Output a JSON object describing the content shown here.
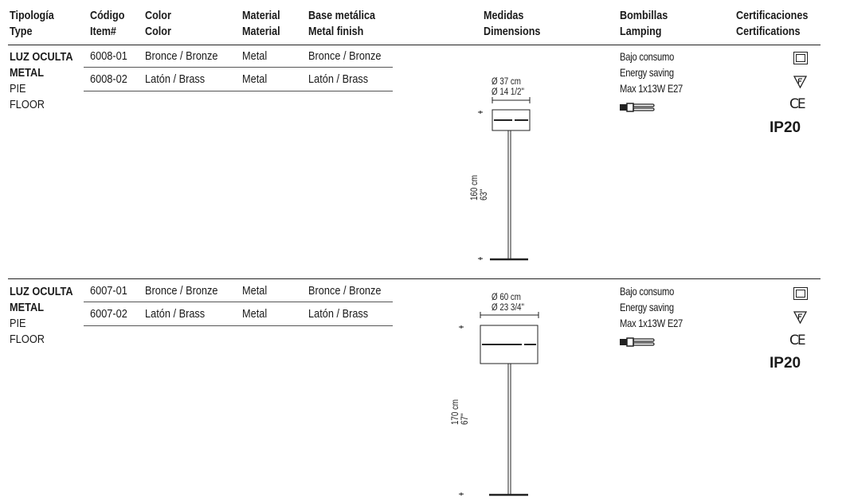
{
  "headers": {
    "typology": [
      "Tipología",
      "Type"
    ],
    "code": [
      "Código",
      "Item#"
    ],
    "color": [
      "Color",
      "Color"
    ],
    "material": [
      "Material",
      "Material"
    ],
    "finish": [
      "Base metálica",
      "Metal finish"
    ],
    "dimensions": [
      "Medidas",
      "Dimensions"
    ],
    "lamping": [
      "Bombillas",
      "Lamping"
    ],
    "certifications": [
      "Certificaciones",
      "Certifications"
    ]
  },
  "products": [
    {
      "type_lines": [
        "LUZ OCULTA",
        "METAL",
        "PIE",
        "FLOOR"
      ],
      "rows": [
        {
          "code": "6008-01",
          "color": "Bronce / Bronze",
          "material": "Metal",
          "finish": "Bronce / Bronze"
        },
        {
          "code": "6008-02",
          "color": "Latón / Brass",
          "material": "Metal",
          "finish": "Latón / Brass"
        }
      ],
      "dims": {
        "diameter_cm": "Ø 37 cm",
        "diameter_in": "Ø 14 1/2\"",
        "height_cm": "160 cm",
        "height_in": "63\""
      },
      "lamping": [
        "Bajo consumo",
        "Energy saving",
        "Max 1x13W E27"
      ],
      "ip": "IP20",
      "ce": "CE"
    },
    {
      "type_lines": [
        "LUZ OCULTA",
        "METAL",
        "PIE",
        "FLOOR"
      ],
      "rows": [
        {
          "code": "6007-01",
          "color": "Bronce / Bronze",
          "material": "Metal",
          "finish": "Bronce / Bronze"
        },
        {
          "code": "6007-02",
          "color": "Latón / Brass",
          "material": "Metal",
          "finish": "Latón / Brass"
        }
      ],
      "dims": {
        "diameter_cm": "Ø 60 cm",
        "diameter_in": "Ø 23 3/4\"",
        "height_cm": "170 cm",
        "height_in": "67\""
      },
      "lamping": [
        "Bajo consumo",
        "Energy saving",
        "Max 1x13W E27"
      ],
      "ip": "IP20",
      "ce": "CE"
    }
  ],
  "icons": {
    "class2": "double-square-icon",
    "f_mark": "f-triangle-icon",
    "bulb": "energy-saving-bulb-icon"
  }
}
